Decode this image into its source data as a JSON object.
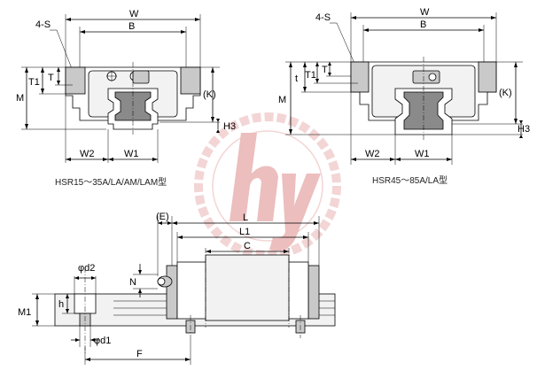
{
  "watermark_colors": {
    "logo": "#e6a9a9",
    "ring": "#f0c8c8"
  },
  "labels": {
    "view1": {
      "four_s": "4-S",
      "W": "W",
      "B": "B",
      "T1": "T1",
      "T": "T",
      "M": "M",
      "K": "(K)",
      "H3": "H3",
      "W2": "W2",
      "W1": "W1"
    },
    "view2": {
      "four_s": "4-S",
      "W": "W",
      "B": "B",
      "t": "t",
      "T1": "T1",
      "T": "T",
      "M": "M",
      "K": "(K)",
      "H3": "H3",
      "W2": "W2",
      "W1": "W1"
    },
    "view3": {
      "E": "(E)",
      "L": "L",
      "L1": "L1",
      "C": "C",
      "N": "N",
      "d2": "φd2",
      "h": "h",
      "M1": "M1",
      "d1": "φd1",
      "F": "F"
    }
  },
  "captions": {
    "left": "HSR15～35A/LA/AM/LAM型",
    "right": "HSR45～85A/LA型"
  }
}
